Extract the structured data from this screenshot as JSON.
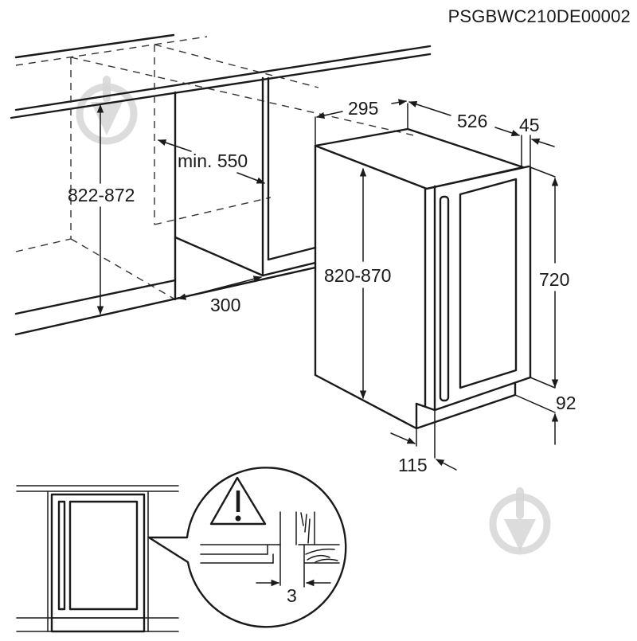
{
  "header": {
    "model_code": "PSGBWC210DE00002"
  },
  "colors": {
    "line": "#1a1a1a",
    "background": "#ffffff",
    "watermark": "#d6d6d6"
  },
  "niche_view": {
    "height_range": "822-872",
    "min_depth": "min. 550",
    "ventilation_depth": "300"
  },
  "appliance_view": {
    "door_offset": "295",
    "depth": "526",
    "door_thickness": "45",
    "height_range": "820-870",
    "cabinet_height": "720",
    "plinth_height": "92",
    "plinth_setback": "115"
  },
  "detail_view": {
    "gap": "3",
    "warning_icon": "warning-triangle-icon"
  },
  "watermarks": [
    {
      "icon": "trowel-logo-icon",
      "position": "top-left"
    },
    {
      "icon": "trowel-logo-icon",
      "position": "bottom-right"
    }
  ]
}
